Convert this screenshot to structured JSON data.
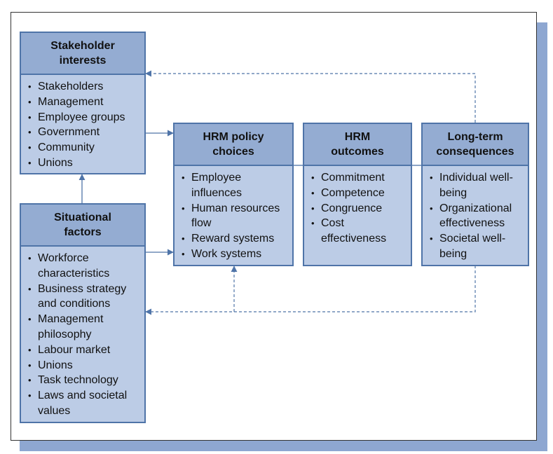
{
  "boxes": {
    "stakeholder": {
      "title": "Stakeholder interests",
      "items": [
        "Stakeholders",
        "Management",
        "Employee groups",
        "Government",
        "Community",
        "Unions"
      ]
    },
    "situational": {
      "title": "Situational factors",
      "items": [
        "Workforce characteristics",
        "Business strategy and conditions",
        "Management philosophy",
        "Labour market",
        "Unions",
        "Task technology",
        "Laws and societal values"
      ]
    },
    "policy": {
      "title": "HRM policy choices",
      "items": [
        "Employee influences",
        "Human resources flow",
        "Reward systems",
        "Work systems"
      ]
    },
    "outcomes": {
      "title": "HRM outcomes",
      "items": [
        "Commitment",
        "Competence",
        "Congruence",
        "Cost effectiveness"
      ]
    },
    "consequences": {
      "title": "Long-term consequences",
      "items": [
        "Individual well-being",
        "Organizational effectiveness",
        "Societal well-being"
      ]
    }
  },
  "colors": {
    "box_border": "#4f74a8",
    "box_header": "#94acd2",
    "box_body": "#bccce6",
    "shadow": "#8ea7d1",
    "arrow": "#4f74a8"
  }
}
